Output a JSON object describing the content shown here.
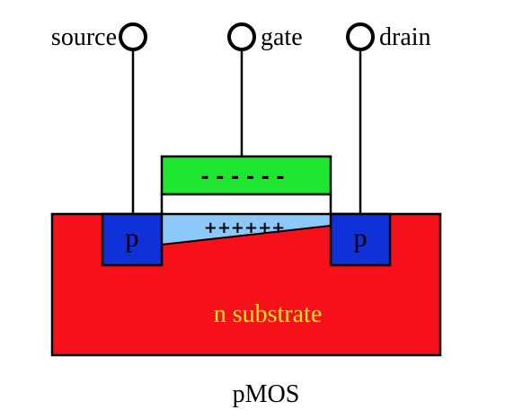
{
  "terminals": {
    "source": "source",
    "gate": "gate",
    "drain": "drain"
  },
  "regions": {
    "source_doping": "p",
    "drain_doping": "p",
    "substrate": "n substrate"
  },
  "charges": {
    "gate": "- - - - - -",
    "channel": "++++++"
  },
  "caption": "pMOS",
  "colors": {
    "substrate": "#f6101a",
    "doped_region": "#1030d8",
    "gate": "#1ee62e",
    "channel": "#8cc8f8",
    "substrate_label": "#f4ec20",
    "outline": "#000000"
  }
}
